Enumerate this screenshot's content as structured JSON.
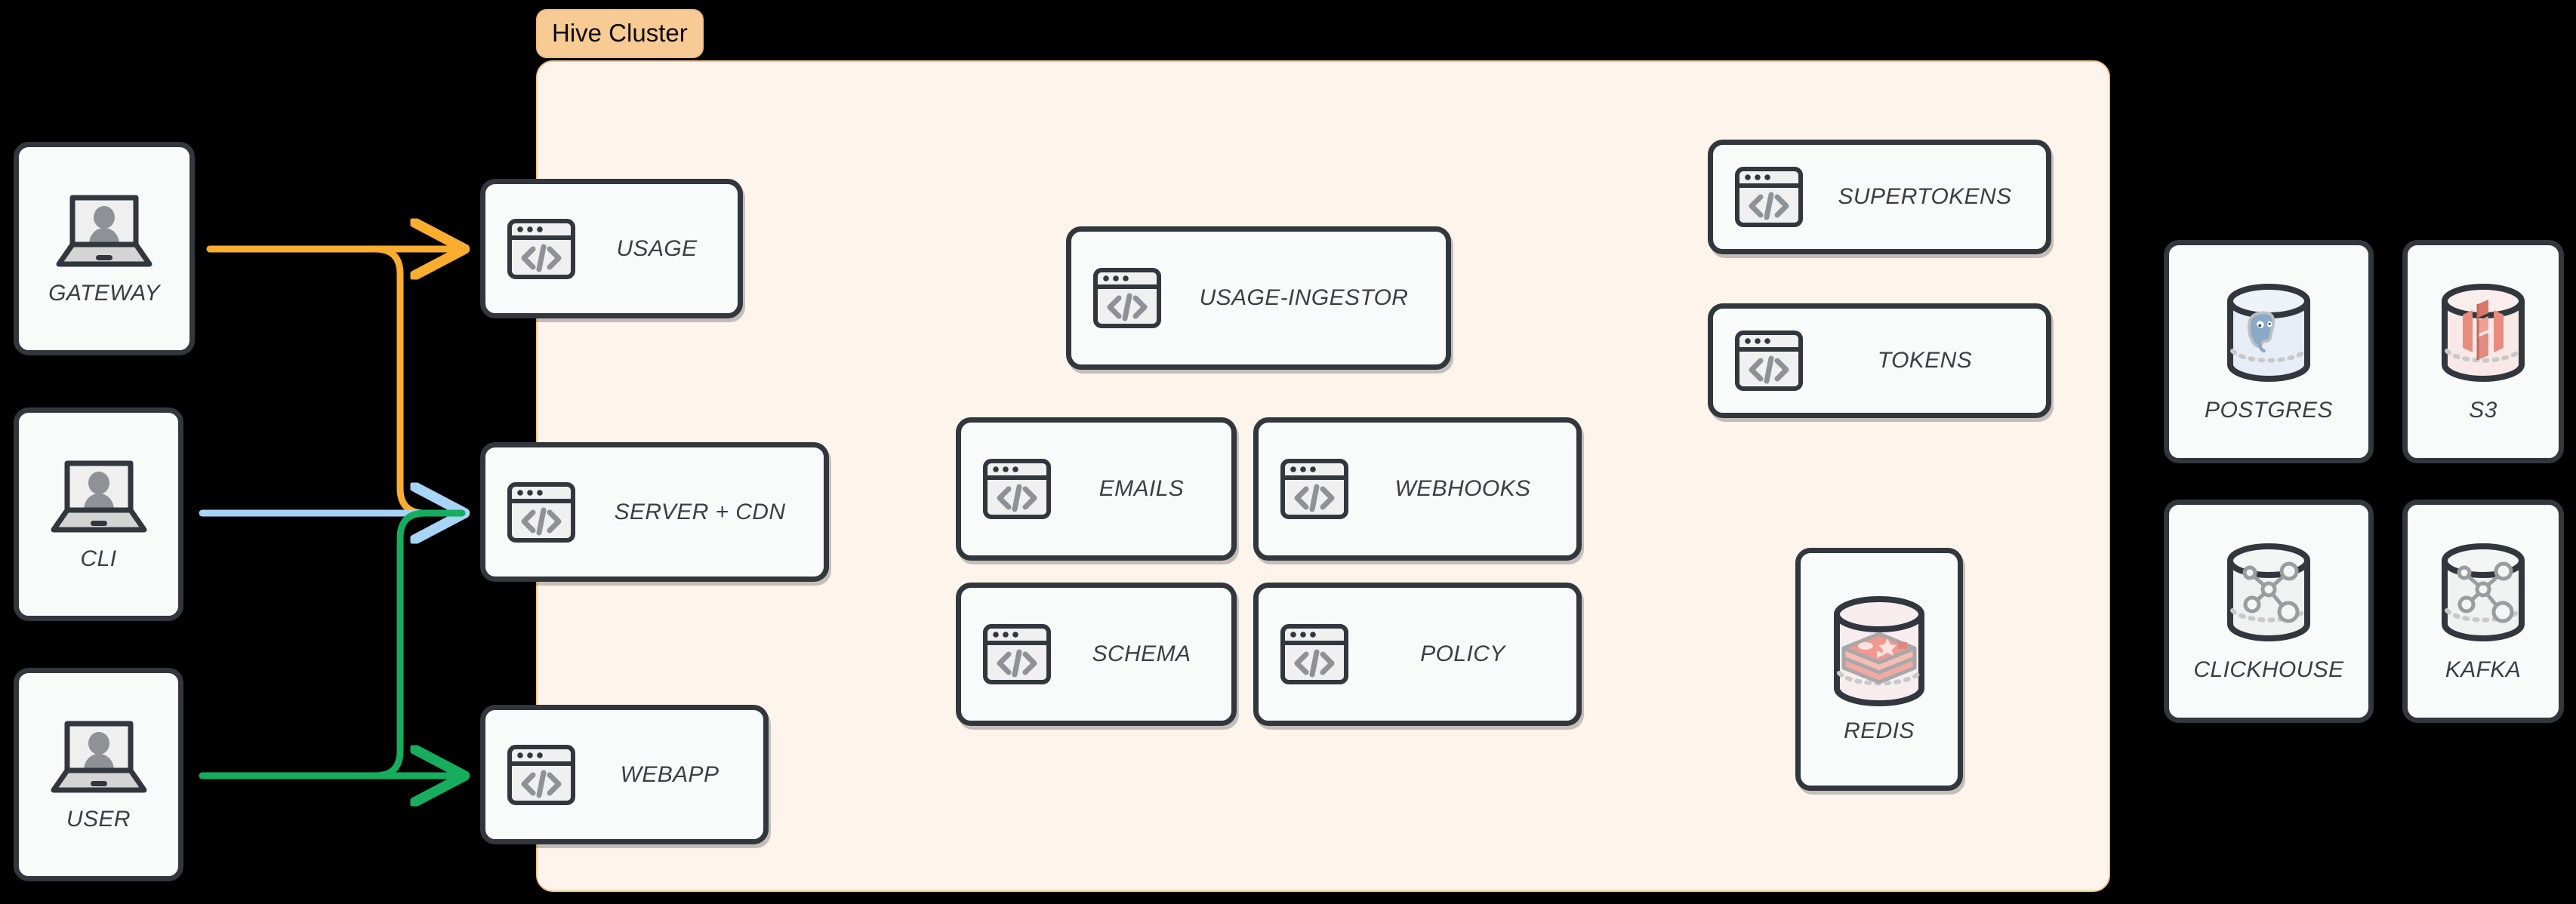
{
  "diagram": {
    "title": "Hive Cluster architecture",
    "background": "#000000",
    "cluster": {
      "label": "Hive Cluster",
      "tag_bg": "#F8CA94",
      "tag_text_color": "#0A0A0A",
      "panel_bg": "#FDF4EC",
      "panel_border": "#F5C389"
    },
    "colors": {
      "node_border": "#32373D",
      "node_bg": "#F9FAFA",
      "label_text": "#3A3F45",
      "flow_gateway": "#FAAD2E",
      "flow_cli": "#A8D4F5",
      "flow_user": "#17AD5E",
      "icon_gray": "#8E9196",
      "postgres_blue": "#7FA4C4",
      "s3_red": "#E98B7F",
      "redis_pink": "#F0A9A0"
    },
    "actors": [
      {
        "id": "gateway",
        "label": "GATEWAY",
        "icon": "laptop-user-icon"
      },
      {
        "id": "cli",
        "label": "CLI",
        "icon": "laptop-user-icon"
      },
      {
        "id": "user",
        "label": "USER",
        "icon": "laptop-user-icon"
      }
    ],
    "edge_services": [
      {
        "id": "usage",
        "label": "USAGE",
        "icon": "code-window-icon"
      },
      {
        "id": "server-cdn",
        "label": "SERVER + CDN",
        "icon": "code-window-icon"
      },
      {
        "id": "webapp",
        "label": "WEBAPP",
        "icon": "code-window-icon"
      }
    ],
    "core_services": [
      {
        "id": "usage-ingestor",
        "label": "USAGE-INGESTOR",
        "icon": "code-window-icon"
      },
      {
        "id": "emails",
        "label": "EMAILS",
        "icon": "code-window-icon"
      },
      {
        "id": "webhooks",
        "label": "WEBHOOKS",
        "icon": "code-window-icon"
      },
      {
        "id": "schema",
        "label": "SCHEMA",
        "icon": "code-window-icon"
      },
      {
        "id": "policy",
        "label": "POLICY",
        "icon": "code-window-icon"
      }
    ],
    "auth_services": [
      {
        "id": "supertokens",
        "label": "SUPERTOKENS",
        "icon": "code-window-icon"
      },
      {
        "id": "tokens",
        "label": "TOKENS",
        "icon": "code-window-icon"
      }
    ],
    "cluster_datastores": [
      {
        "id": "redis",
        "label": "REDIS",
        "icon": "redis-cylinder-icon"
      }
    ],
    "external_datastores": [
      {
        "id": "postgres",
        "label": "POSTGRES",
        "icon": "postgres-cylinder-icon"
      },
      {
        "id": "s3",
        "label": "S3",
        "icon": "s3-cylinder-icon"
      },
      {
        "id": "clickhouse",
        "label": "CLICKHOUSE",
        "icon": "graph-cylinder-icon"
      },
      {
        "id": "kafka",
        "label": "KAFKA",
        "icon": "graph-cylinder-icon"
      }
    ],
    "flows": [
      {
        "id": "gateway-to-usage",
        "from": "GATEWAY",
        "to": "USAGE",
        "color": "#FAAD2E"
      },
      {
        "id": "gateway-to-server-cdn",
        "from": "GATEWAY",
        "to": "SERVER + CDN",
        "color": "#FAAD2E"
      },
      {
        "id": "cli-to-server-cdn",
        "from": "CLI",
        "to": "SERVER + CDN",
        "color": "#A8D4F5"
      },
      {
        "id": "user-to-server-cdn",
        "from": "USER",
        "to": "SERVER + CDN",
        "color": "#17AD5E"
      },
      {
        "id": "user-to-webapp",
        "from": "USER",
        "to": "WEBAPP",
        "color": "#17AD5E"
      }
    ]
  }
}
